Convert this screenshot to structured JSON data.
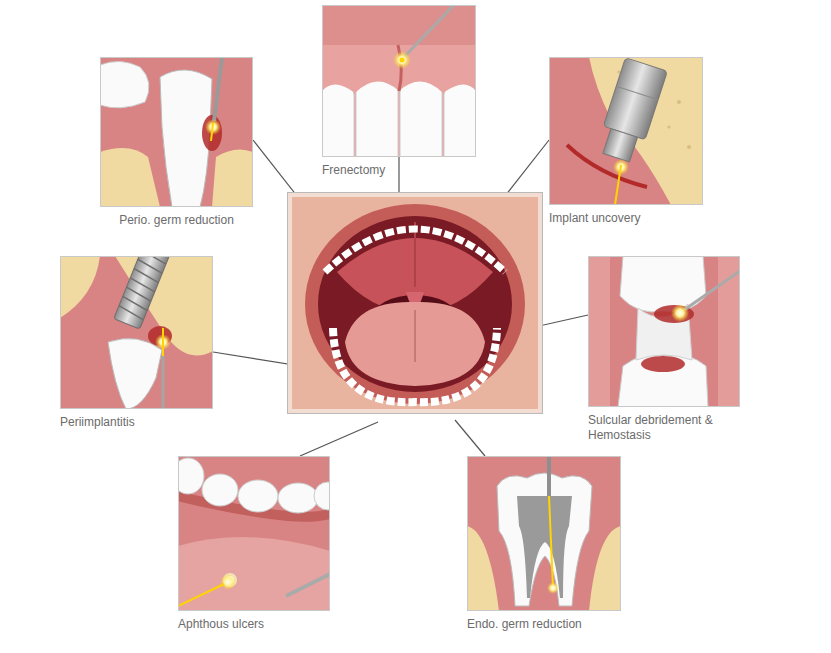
{
  "diagram": {
    "nodes": [
      {
        "text": [
          "Perio. germ reduction"
        ]
      },
      {
        "text": [
          "Frenectomy"
        ]
      },
      {
        "text": [
          "Implant uncovery"
        ]
      },
      {
        "text": [
          "Periimplantitis"
        ]
      },
      {
        "text": [
          "Sulcular debridement & Hemostasis"
        ]
      },
      {
        "text": [
          "Aphthous ulcers"
        ]
      },
      {
        "text": [
          "Endo. germ reduction"
        ]
      }
    ]
  }
}
